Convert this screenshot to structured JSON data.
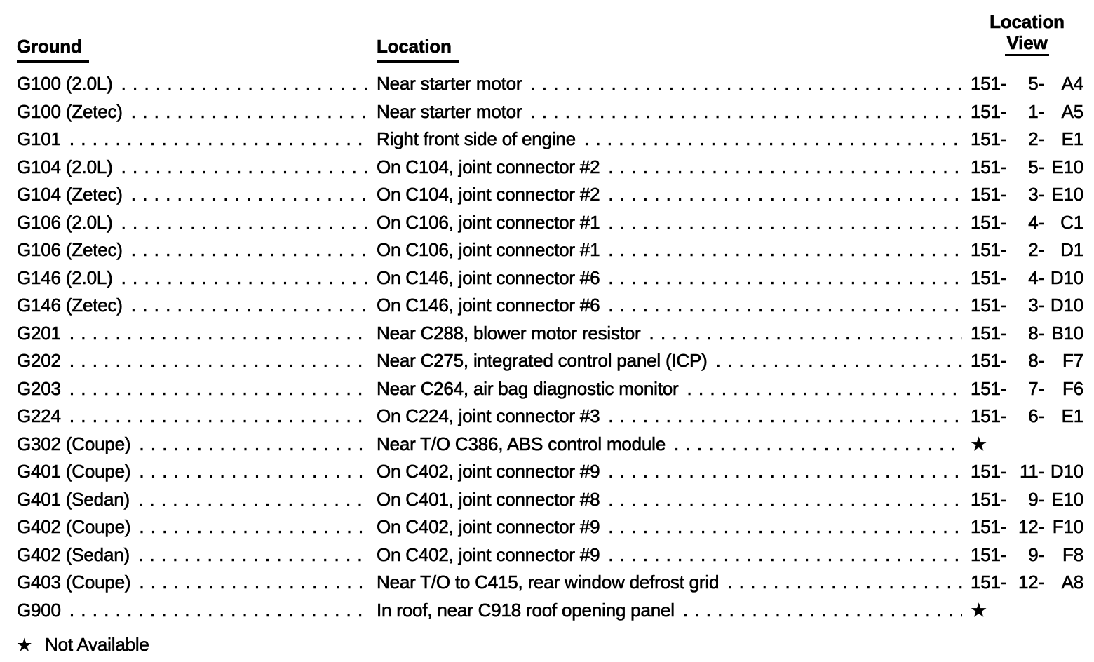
{
  "header": {
    "col_ground": "Ground",
    "col_location": "Location",
    "col_view_line1": "Location",
    "col_view_line2": "View"
  },
  "rows": [
    {
      "ground": "G100 (2.0L)",
      "location": "Near starter motor",
      "view": {
        "page": "151-",
        "num": "5-",
        "cell": "A4"
      }
    },
    {
      "ground": "G100 (Zetec)",
      "location": "Near starter motor",
      "view": {
        "page": "151-",
        "num": "1-",
        "cell": "A5"
      }
    },
    {
      "ground": "G101",
      "location": "Right front side of engine",
      "view": {
        "page": "151-",
        "num": "2-",
        "cell": "E1"
      }
    },
    {
      "ground": "G104 (2.0L)",
      "location": "On C104, joint connector #2",
      "view": {
        "page": "151-",
        "num": "5-",
        "cell": "E10"
      }
    },
    {
      "ground": "G104 (Zetec)",
      "location": "On C104, joint connector #2",
      "view": {
        "page": "151-",
        "num": "3-",
        "cell": "E10"
      }
    },
    {
      "ground": "G106 (2.0L)",
      "location": "On C106, joint connector #1",
      "view": {
        "page": "151-",
        "num": "4-",
        "cell": "C1"
      }
    },
    {
      "ground": "G106 (Zetec)",
      "location": "On C106, joint connector #1",
      "view": {
        "page": "151-",
        "num": "2-",
        "cell": "D1"
      }
    },
    {
      "ground": "G146 (2.0L)",
      "location": "On C146, joint connector #6",
      "view": {
        "page": "151-",
        "num": "4-",
        "cell": "D10"
      }
    },
    {
      "ground": "G146 (Zetec)",
      "location": "On C146, joint connector #6",
      "view": {
        "page": "151-",
        "num": "3-",
        "cell": "D10"
      }
    },
    {
      "ground": "G201",
      "location": "Near C288, blower motor resistor",
      "view": {
        "page": "151-",
        "num": "8-",
        "cell": "B10"
      }
    },
    {
      "ground": "G202",
      "location": "Near C275, integrated control panel (ICP)",
      "view": {
        "page": "151-",
        "num": "8-",
        "cell": "F7"
      }
    },
    {
      "ground": "G203",
      "location": "Near C264, air bag diagnostic monitor",
      "view": {
        "page": "151-",
        "num": "7-",
        "cell": "F6"
      }
    },
    {
      "ground": "G224",
      "location": "On C224, joint connector #3",
      "view": {
        "page": "151-",
        "num": "6-",
        "cell": "E1"
      }
    },
    {
      "ground": "G302 (Coupe)",
      "location": "Near T/O C386, ABS control module",
      "view": {
        "page": "★"
      }
    },
    {
      "ground": "G401 (Coupe)",
      "location": "On C402, joint connector #9",
      "view": {
        "page": "151-",
        "num": "11-",
        "cell": "D10"
      }
    },
    {
      "ground": "G401 (Sedan)",
      "location": "On C401, joint connector #8",
      "view": {
        "page": "151-",
        "num": "9-",
        "cell": "E10"
      }
    },
    {
      "ground": "G402 (Coupe)",
      "location": "On C402, joint connector #9",
      "view": {
        "page": "151-",
        "num": "12-",
        "cell": "F10"
      }
    },
    {
      "ground": "G402 (Sedan)",
      "location": "On C402, joint connector #9",
      "view": {
        "page": "151-",
        "num": "9-",
        "cell": "F8"
      }
    },
    {
      "ground": "G403 (Coupe)",
      "location": "Near T/O to C415, rear window defrost grid",
      "view": {
        "page": "151-",
        "num": "12-",
        "cell": "A8"
      }
    },
    {
      "ground": "G900",
      "location": "In roof, near C918 roof opening panel",
      "view": {
        "page": "★"
      }
    }
  ],
  "footnote": {
    "symbol": "★",
    "text": "Not Available"
  }
}
